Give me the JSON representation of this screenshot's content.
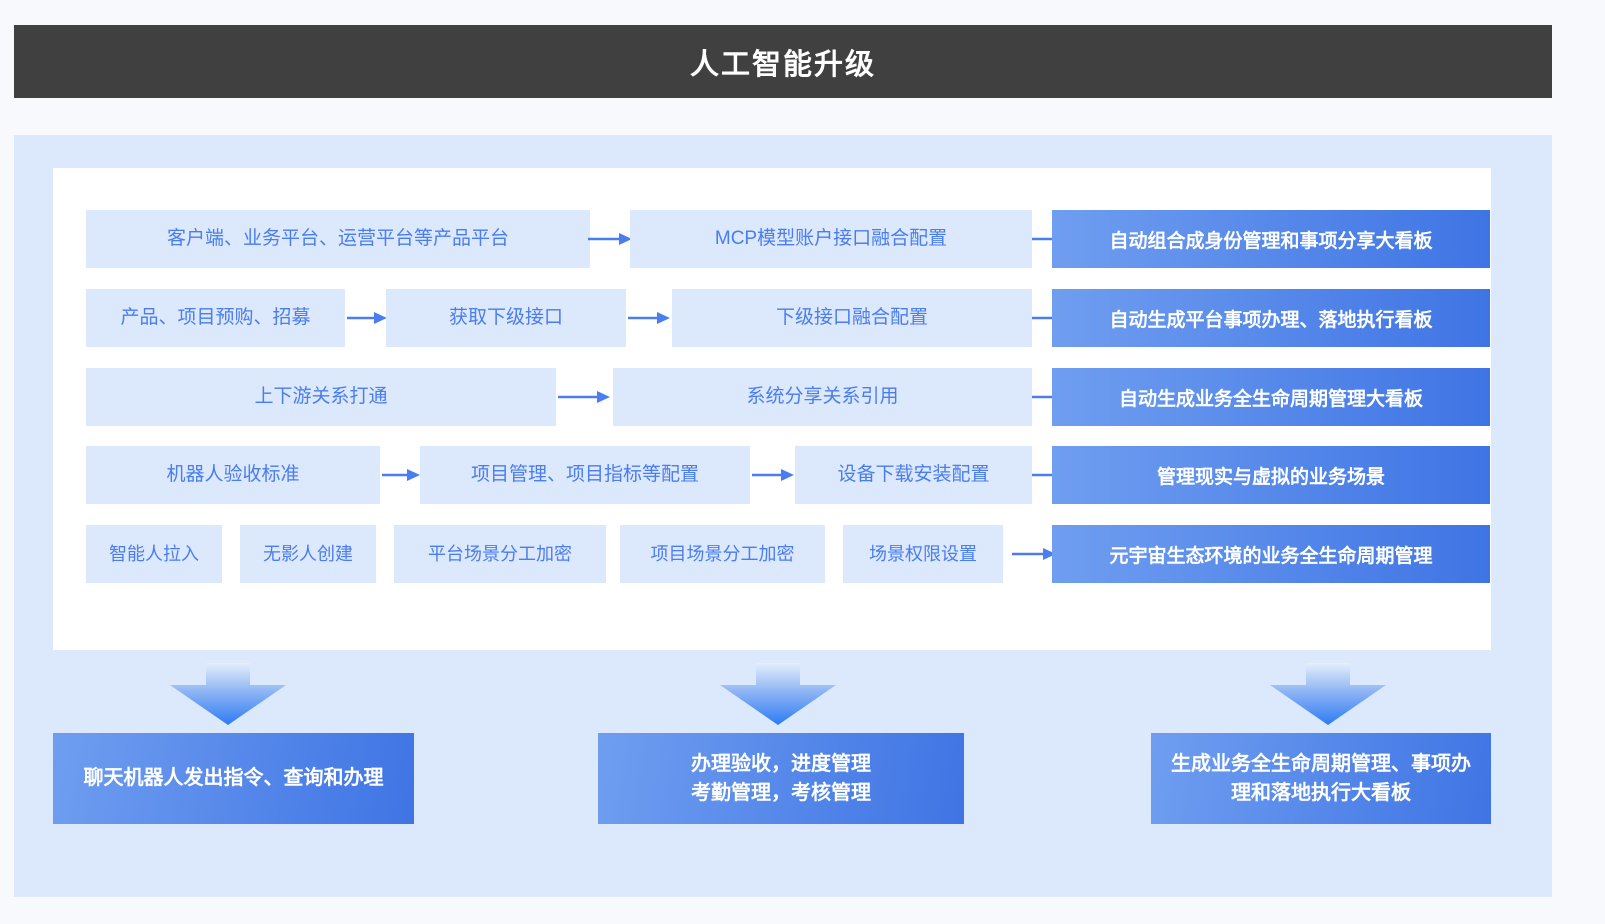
{
  "header": {
    "title": "人工智能升级"
  },
  "colors": {
    "header_bg": "#404040",
    "canvas_bg": "#dce8fb",
    "panel_bg": "#ffffff",
    "node_bg": "#dce8fb",
    "node_text": "#4a7df0",
    "accent_blue": "#4a7df0",
    "output_gradient_from": "#6f9ef0",
    "output_gradient_to": "#3f74e4"
  },
  "flow": {
    "rows": [
      {
        "steps": [
          "客户端、业务平台、运营平台等产品平台",
          "MCP模型账户接口融合配置"
        ],
        "output": "自动组合成身份管理和事项分享大看板"
      },
      {
        "steps": [
          "产品、项目预购、招募",
          "获取下级接口",
          "下级接口融合配置"
        ],
        "output": "自动生成平台事项办理、落地执行看板"
      },
      {
        "steps": [
          "上下游关系打通",
          "系统分享关系引用"
        ],
        "output": "自动生成业务全生命周期管理大看板"
      },
      {
        "steps": [
          "机器人验收标准",
          "项目管理、项目指标等配置",
          "设备下载安装配置"
        ],
        "output": "管理现实与虚拟的业务场景"
      },
      {
        "steps": [
          "智能人拉入",
          "无影人创建",
          "平台场景分工加密",
          "项目场景分工加密",
          "场景权限设置"
        ],
        "output": "元宇宙生态环境的业务全生命周期管理"
      }
    ]
  },
  "results": [
    {
      "lines": [
        "聊天机器人发出指令、查询和办理"
      ]
    },
    {
      "lines": [
        "办理验收，进度管理",
        "考勤管理，考核管理"
      ]
    },
    {
      "lines": [
        "生成业务全生命周期管理、事项办",
        "理和落地执行大看板"
      ]
    }
  ]
}
